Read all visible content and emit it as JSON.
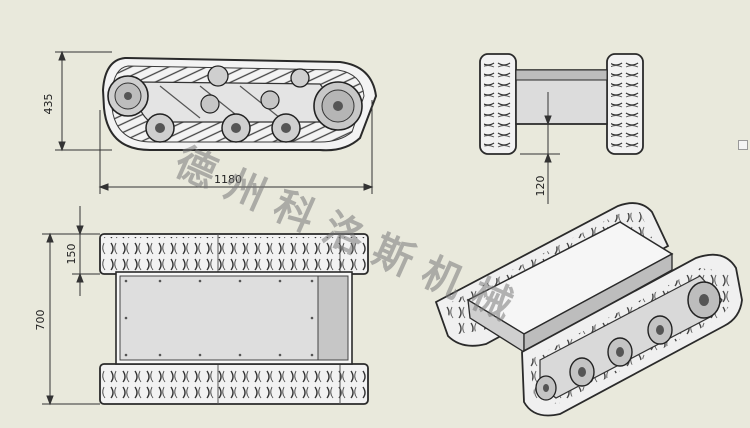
{
  "dimensions": {
    "side_height": "435",
    "side_length": "1180",
    "front_gap": "120",
    "top_track_width": "150",
    "top_total_width": "700"
  },
  "watermark": "德州科洛斯机械",
  "colors": {
    "background": "#e9e9dc",
    "line": "#2a2a2a",
    "track_fill": "#f2f2f2",
    "plate_fill": "#d8d8d8",
    "plate_dark": "#9a9a9a"
  }
}
